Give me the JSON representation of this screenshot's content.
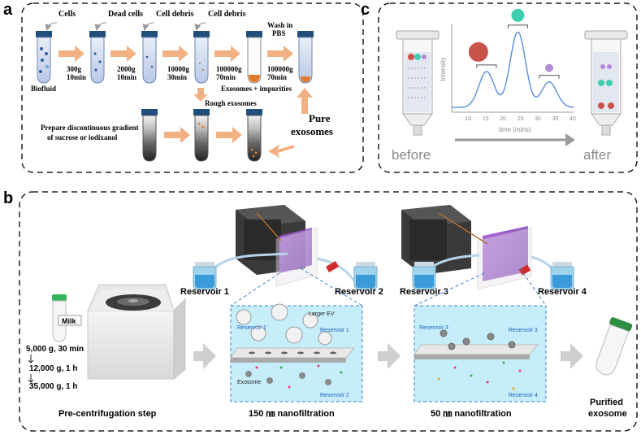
{
  "panel_a": {
    "label": "a",
    "step_labels": [
      "Cells",
      "Dead cells",
      "Cell debris",
      "Cell debris"
    ],
    "spin_conditions": [
      {
        "g": "300g",
        "time": "10min"
      },
      {
        "g": "2000g",
        "time": "10min"
      },
      {
        "g": "10000g",
        "time": "30min"
      },
      {
        "g": "100000g",
        "time": "70min"
      },
      {
        "g": "100000g",
        "time": "70min"
      }
    ],
    "wash_label": [
      "Wash in",
      "PBS"
    ],
    "biofluid": "Biofluid",
    "exosomes_impurities": "Exosomes + impurities",
    "rough_exosomes": "Rough exosomes",
    "gradient_text": [
      "Prepare discontinuous gradient",
      "of sucrose or iodixanol"
    ],
    "pure_exosomes": [
      "Pure",
      "exosomes"
    ]
  },
  "panel_b": {
    "label": "b",
    "milk_label": "Milk",
    "spin_steps": [
      "5,000 g, 30 min",
      "12,000 g, 1 h",
      "35,000 g, 1 h"
    ],
    "reservoirs_top": [
      "Reservoir 1",
      "Reservoir 2",
      "Reservoir 3",
      "Reservoir 4"
    ],
    "zoom1_labels": [
      "Reservoir 1",
      "Larger EV",
      "Reservoir 1",
      "Exosome",
      "Reservoir 2"
    ],
    "zoom2_labels": [
      "Reservoir 3",
      "Reservoir 3",
      "Reservoir 4"
    ],
    "captions": [
      "Pre-centrifugation step",
      "150 ㎚ nanofiltration",
      "50 ㎚ nanofiltration"
    ],
    "purified": [
      "Purified",
      "exosome"
    ]
  },
  "panel_c": {
    "label": "c",
    "before": "before",
    "after": "after",
    "chart_data": {
      "type": "line",
      "xlabel": "time (mins)",
      "ylabel": "Intensity",
      "xticks": [
        10,
        15,
        20,
        25,
        30,
        35,
        40
      ],
      "xlim": [
        5,
        40
      ],
      "peaks": [
        {
          "center": 15,
          "height": 0.45,
          "color": "#c9534a"
        },
        {
          "center": 24,
          "height": 0.95,
          "color": "#3ecfb0"
        },
        {
          "center": 33,
          "height": 0.32,
          "color": "#b58ad6"
        }
      ]
    }
  },
  "colors": {
    "arrow": "#f2b183",
    "zoom_bg": "#c6eefa",
    "reservoir_blue": "#1e5fbf",
    "purple_membrane": "#8a3fc0"
  }
}
